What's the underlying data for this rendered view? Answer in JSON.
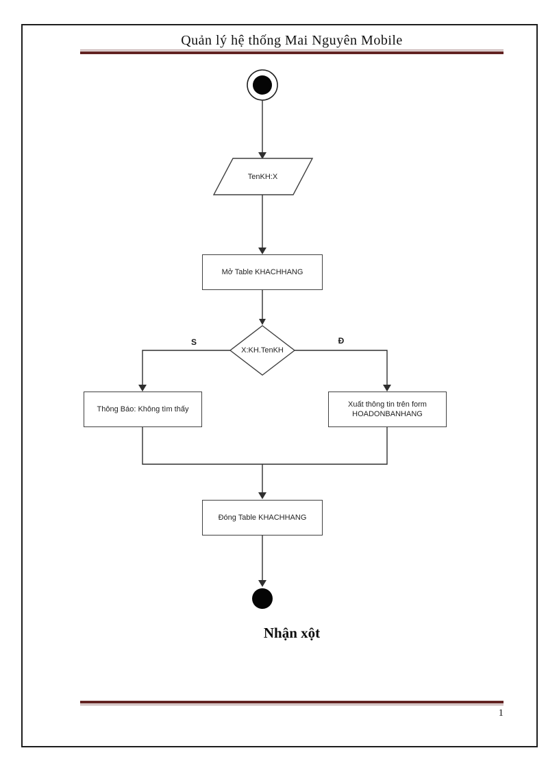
{
  "header": {
    "title": "Quản lý hệ thống Mai Nguyên Mobile"
  },
  "footer": {
    "page_number": "1"
  },
  "caption": "Nhận xột",
  "colors": {
    "rule-dark": "#632423",
    "rule-light": "#c9b6b6",
    "line": "#2f2f2f",
    "node-border": "#3f3f3f",
    "node-fill": "#ffffff",
    "ink": "#111111"
  },
  "flowchart": {
    "input_label": "TenKH:X",
    "open_table_label": "Mở Table KHACHHANG",
    "decision_label": "X:KH.TenKH",
    "branch_left_label": "S",
    "branch_right_label": "Đ",
    "not_found_label": "Thông Báo: Không tìm thấy",
    "output_label_line1": "Xuất thông tin trên form",
    "output_label_line2": "HOADONBANHANG",
    "close_table_label": "Đóng Table KHACHHANG"
  }
}
